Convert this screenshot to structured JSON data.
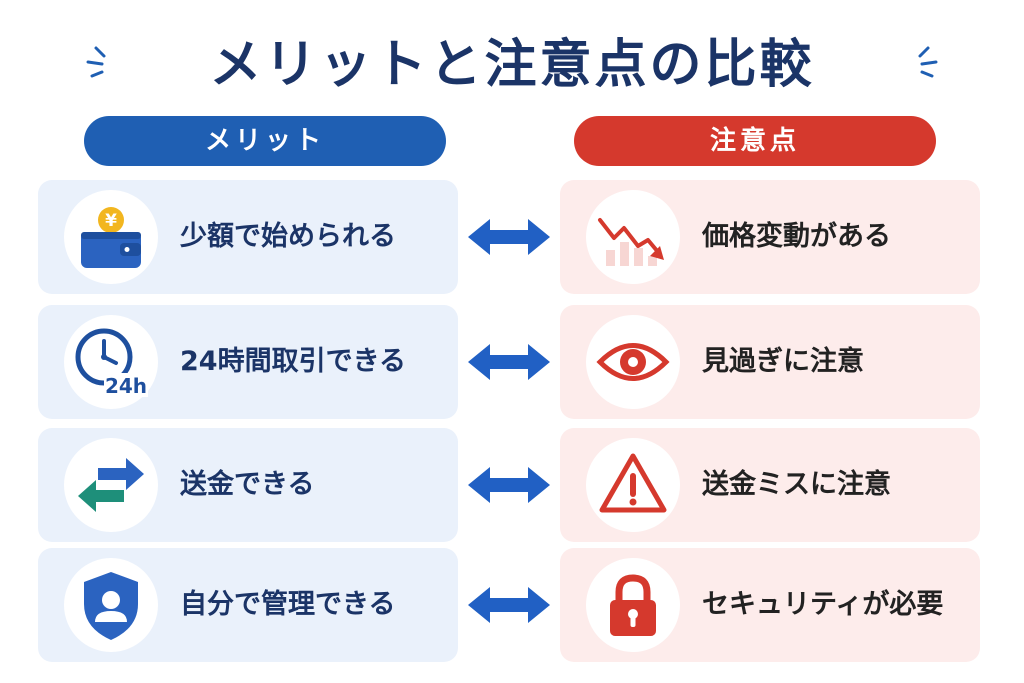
{
  "title": "メリットと注意点の比較",
  "merit": {
    "header": "メリット",
    "items": [
      {
        "label": "少額で始められる",
        "icon": "wallet-coin-icon"
      },
      {
        "label": "24時間取引できる",
        "icon": "clock-24h-icon"
      },
      {
        "label": "送金できる",
        "icon": "transfer-arrows-icon"
      },
      {
        "label": "自分で管理できる",
        "icon": "shield-user-icon"
      }
    ]
  },
  "caution": {
    "header": "注意点",
    "items": [
      {
        "label": "価格変動がある",
        "icon": "price-down-chart-icon"
      },
      {
        "label": "見過ぎに注意",
        "icon": "eye-icon"
      },
      {
        "label": "送金ミスに注意",
        "icon": "warning-triangle-icon"
      },
      {
        "label": "セキュリティが必要",
        "icon": "padlock-icon"
      }
    ]
  },
  "icon_texts": {
    "coin_symbol": "¥",
    "clock_badge": "24h"
  },
  "colors": {
    "title": "#1b3467",
    "merit_accent": "#1f5fb3",
    "caution_accent": "#d5392d",
    "merit_bg": "#eaf1fb",
    "caution_bg": "#fdeceb",
    "transfer_green": "#1e8f7a"
  }
}
